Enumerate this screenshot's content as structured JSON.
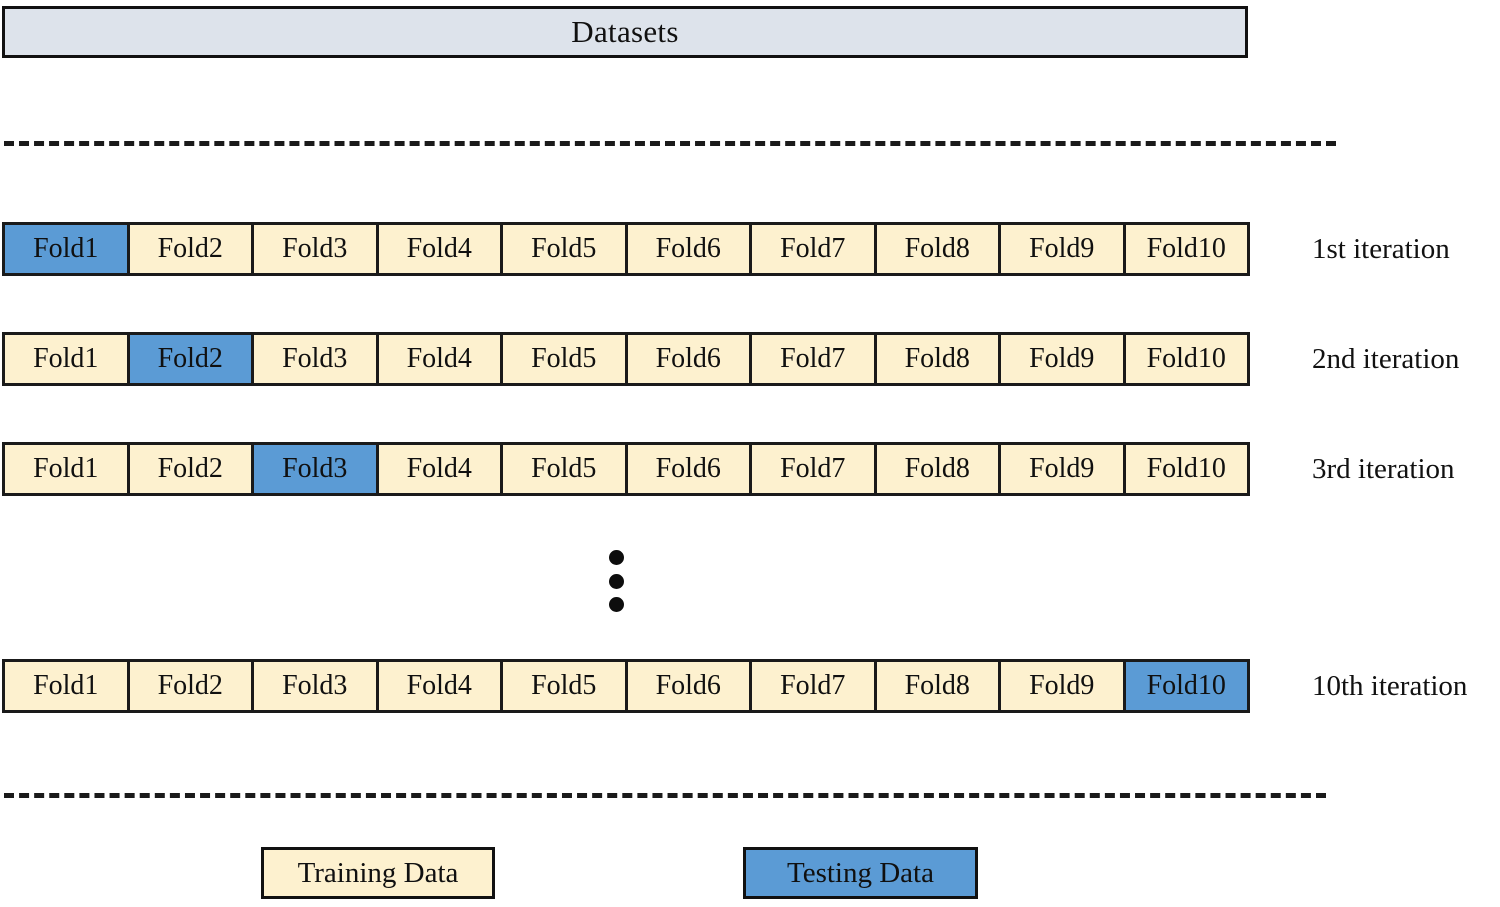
{
  "header": {
    "title": "Datasets",
    "fill_color": "#dde3eb",
    "border_color": "#111111"
  },
  "separators": {
    "top_style": "dashed",
    "bottom_style": "dashed"
  },
  "colors": {
    "training_fill": "#fdf1cf",
    "testing_fill": "#5b9bd5",
    "border": "#1a1a1a"
  },
  "ellipsis": {
    "glyph": "vertical-ellipsis",
    "dot_count": 3
  },
  "rows": [
    {
      "iteration_label": "1st iteration",
      "test_fold_index": 0,
      "cells": [
        {
          "label": "Fold1",
          "role": "testing"
        },
        {
          "label": "Fold2",
          "role": "training"
        },
        {
          "label": "Fold3",
          "role": "training"
        },
        {
          "label": "Fold4",
          "role": "training"
        },
        {
          "label": "Fold5",
          "role": "training"
        },
        {
          "label": "Fold6",
          "role": "training"
        },
        {
          "label": "Fold7",
          "role": "training"
        },
        {
          "label": "Fold8",
          "role": "training"
        },
        {
          "label": "Fold9",
          "role": "training"
        },
        {
          "label": "Fold10",
          "role": "training"
        }
      ]
    },
    {
      "iteration_label": "2nd iteration",
      "test_fold_index": 1,
      "cells": [
        {
          "label": "Fold1",
          "role": "training"
        },
        {
          "label": "Fold2",
          "role": "testing"
        },
        {
          "label": "Fold3",
          "role": "training"
        },
        {
          "label": "Fold4",
          "role": "training"
        },
        {
          "label": "Fold5",
          "role": "training"
        },
        {
          "label": "Fold6",
          "role": "training"
        },
        {
          "label": "Fold7",
          "role": "training"
        },
        {
          "label": "Fold8",
          "role": "training"
        },
        {
          "label": "Fold9",
          "role": "training"
        },
        {
          "label": "Fold10",
          "role": "training"
        }
      ]
    },
    {
      "iteration_label": "3rd iteration",
      "test_fold_index": 2,
      "cells": [
        {
          "label": "Fold1",
          "role": "training"
        },
        {
          "label": "Fold2",
          "role": "training"
        },
        {
          "label": "Fold3",
          "role": "testing"
        },
        {
          "label": "Fold4",
          "role": "training"
        },
        {
          "label": "Fold5",
          "role": "training"
        },
        {
          "label": "Fold6",
          "role": "training"
        },
        {
          "label": "Fold7",
          "role": "training"
        },
        {
          "label": "Fold8",
          "role": "training"
        },
        {
          "label": "Fold9",
          "role": "training"
        },
        {
          "label": "Fold10",
          "role": "training"
        }
      ]
    },
    {
      "iteration_label": "10th iteration",
      "test_fold_index": 9,
      "cells": [
        {
          "label": "Fold1",
          "role": "training"
        },
        {
          "label": "Fold2",
          "role": "training"
        },
        {
          "label": "Fold3",
          "role": "training"
        },
        {
          "label": "Fold4",
          "role": "training"
        },
        {
          "label": "Fold5",
          "role": "training"
        },
        {
          "label": "Fold6",
          "role": "training"
        },
        {
          "label": "Fold7",
          "role": "training"
        },
        {
          "label": "Fold8",
          "role": "training"
        },
        {
          "label": "Fold9",
          "role": "training"
        },
        {
          "label": "Fold10",
          "role": "testing"
        }
      ]
    }
  ],
  "legend": {
    "training_label": "Training Data",
    "testing_label": "Testing Data"
  }
}
